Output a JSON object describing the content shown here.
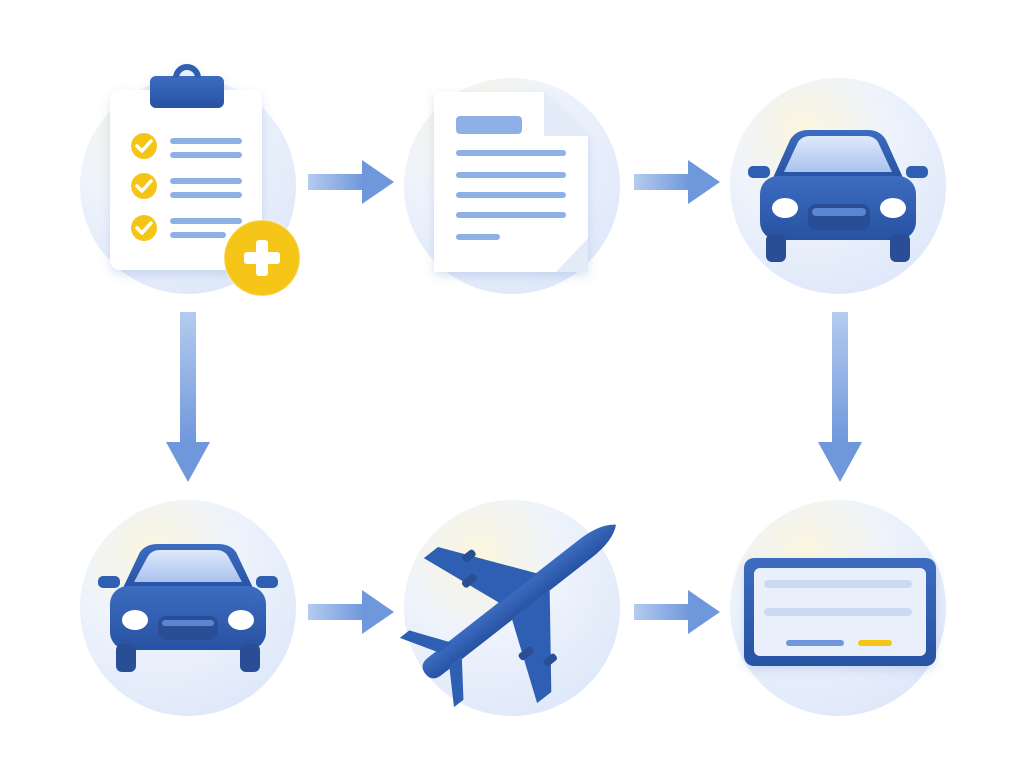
{
  "diagram": {
    "type": "icon-flow",
    "nodes": [
      {
        "id": "checklist",
        "icon": "clipboard-checklist-icon",
        "badge": "plus-badge-icon",
        "row": 1,
        "col": 1
      },
      {
        "id": "document",
        "icon": "document-icon",
        "row": 1,
        "col": 2
      },
      {
        "id": "car-top",
        "icon": "car-icon",
        "row": 1,
        "col": 3
      },
      {
        "id": "car-bottom",
        "icon": "car-icon",
        "row": 2,
        "col": 1
      },
      {
        "id": "airplane",
        "icon": "airplane-icon",
        "row": 2,
        "col": 2
      },
      {
        "id": "boarding-screen",
        "icon": "screen-card-icon",
        "row": 2,
        "col": 3
      }
    ],
    "edges": [
      {
        "from": "checklist",
        "to": "document",
        "direction": "right"
      },
      {
        "from": "document",
        "to": "car-top",
        "direction": "right"
      },
      {
        "from": "checklist",
        "to": "car-bottom",
        "direction": "down"
      },
      {
        "from": "car-top",
        "to": "boarding-screen",
        "direction": "down"
      },
      {
        "from": "car-bottom",
        "to": "airplane",
        "direction": "right"
      },
      {
        "from": "airplane",
        "to": "boarding-screen",
        "direction": "right"
      }
    ]
  },
  "colors": {
    "primary_blue": "#2f5fb3",
    "light_blue": "#8fb0e6",
    "arrow_blue": "#7fa3e0",
    "accent_yellow": "#f5c518",
    "circle_blue": "#e6eefb",
    "circle_yellow": "#fbf4d8",
    "paper": "#ffffff"
  }
}
